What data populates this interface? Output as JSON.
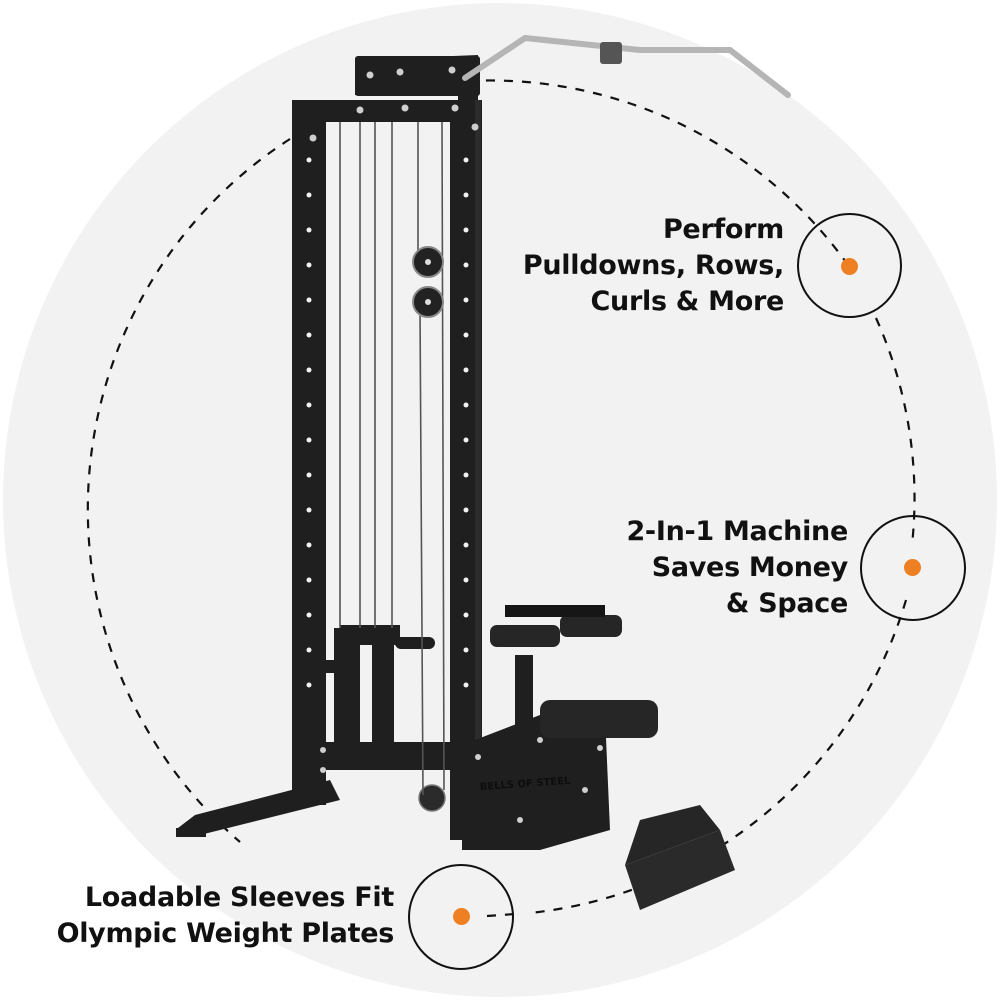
{
  "product": {
    "type": "lat pulldown / low row machine",
    "brand_text": "BELLS OF STEEL",
    "frame_color": "#1f1f1f",
    "chrome_color": "#b9b9b9"
  },
  "background": {
    "page_color": "#ffffff",
    "circle_color": "#f2f2f2"
  },
  "callouts": [
    {
      "id": "pulldowns",
      "lines": [
        "Perform",
        "Pulldowns, Rows,",
        "Curls & More"
      ],
      "dot_color": "#ee7f22"
    },
    {
      "id": "two-in-one",
      "lines": [
        "2-In-1 Machine",
        "Saves Money",
        "& Space"
      ],
      "dot_color": "#ee7f22"
    },
    {
      "id": "sleeves",
      "lines": [
        "Loadable Sleeves Fit",
        "Olympic Weight Plates"
      ],
      "dot_color": "#ee7f22"
    }
  ]
}
